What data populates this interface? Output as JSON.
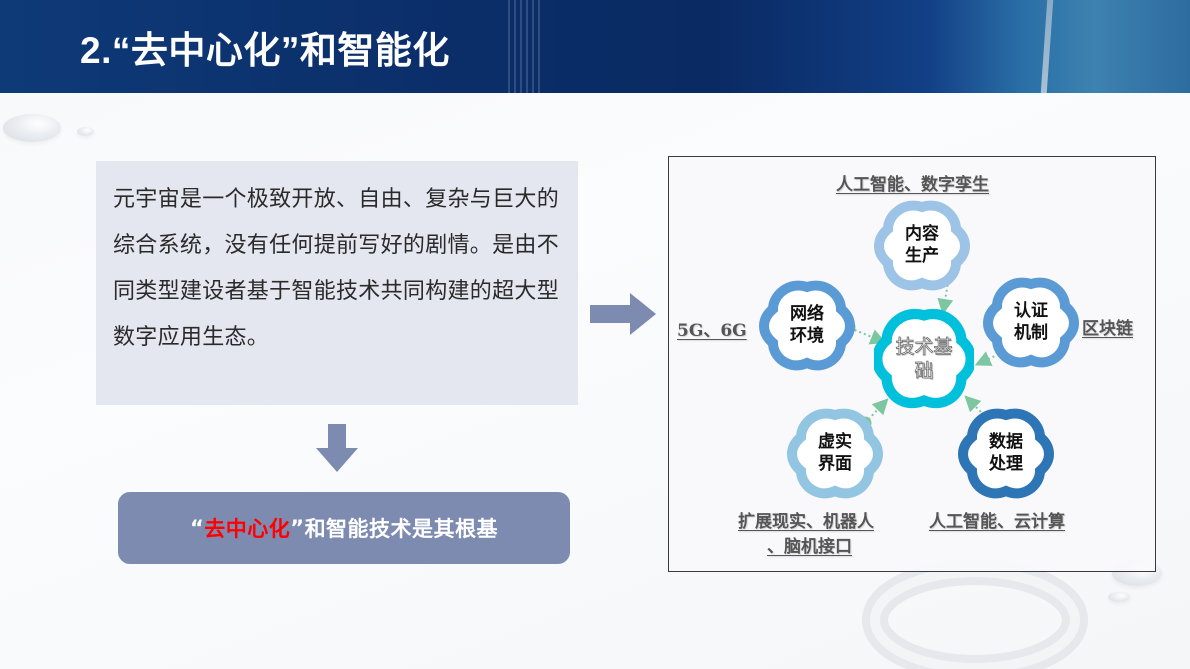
{
  "header": {
    "title": "2.“去中心化”和智能化"
  },
  "intro": {
    "text": "元宇宙是一个极致开放、自由、复杂与巨大的综合系统，没有任何提前写好的剧情。是由不同类型建设者基于智能技术共同构建的超大型数字应用生态。"
  },
  "conclusion": {
    "open_quote": "“",
    "highlight": "去中心化",
    "close_quote": "”",
    "rest": "和智能技术是其根基",
    "highlight_color": "#ff0000"
  },
  "arrows": {
    "down": "arrow-down-icon",
    "right": "arrow-right-icon",
    "color": "#7d8bb0"
  },
  "diagram": {
    "center": {
      "line1": "技术基",
      "line2": "础",
      "color": "#00c0dc"
    },
    "nodes": [
      {
        "id": "content",
        "line1": "内容",
        "line2": "生产",
        "color": "#9dc3e6",
        "label": "人工智能、数字孪生"
      },
      {
        "id": "network",
        "line1": "网络",
        "line2": "环境",
        "color": "#5b9bd5",
        "label": "5G、6G"
      },
      {
        "id": "auth",
        "line1": "认证",
        "line2": "机制",
        "color": "#5b9bd5",
        "label": "区块链"
      },
      {
        "id": "interface",
        "line1": "虚实",
        "line2": "界面",
        "color": "#92c5e2",
        "label_line1": "扩展现实、机器人",
        "label_line2": "、脑机接口"
      },
      {
        "id": "data",
        "line1": "数据",
        "line2": "处理",
        "color": "#2e75b6",
        "label": "人工智能、云计算"
      }
    ],
    "connector_color": "#7cc6a0"
  }
}
